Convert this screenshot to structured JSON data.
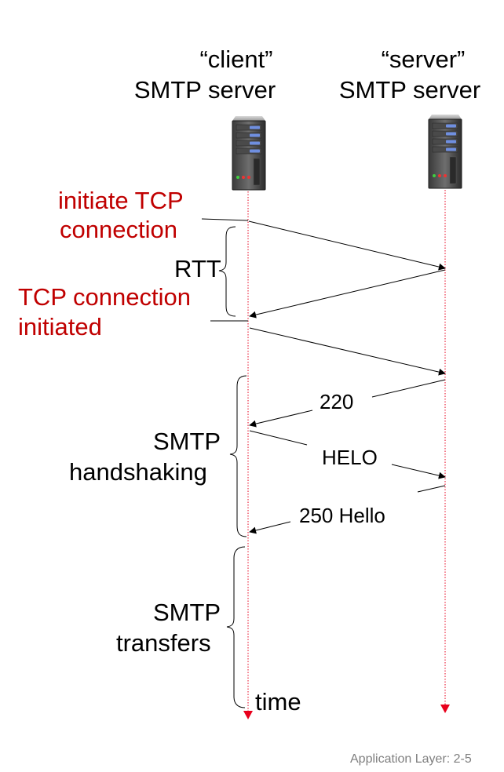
{
  "client": {
    "title_line1": "“client”",
    "title_line2": "SMTP server",
    "icon": "server-icon"
  },
  "server": {
    "title_line1": "“server”",
    "title_line2": "SMTP server",
    "icon": "server-icon"
  },
  "tcp": {
    "initiate_line1": "initiate TCP",
    "initiate_line2": "connection",
    "rtt": "RTT",
    "initiated_line1": "TCP connection",
    "initiated_line2": "initiated"
  },
  "handshaking": {
    "label_line1": "SMTP",
    "label_line2": "handshaking",
    "msg_220": "220",
    "msg_helo": "HELO",
    "msg_250": "250 Hello"
  },
  "transfers": {
    "label_line1": "SMTP",
    "label_line2": "transfers"
  },
  "time_label": "time",
  "footer": "Application Layer: 2-5",
  "colors": {
    "accent_red": "#c00000",
    "timeline_red": "#e8001c",
    "text": "#000000",
    "footer_gray": "#7f7f7f"
  }
}
